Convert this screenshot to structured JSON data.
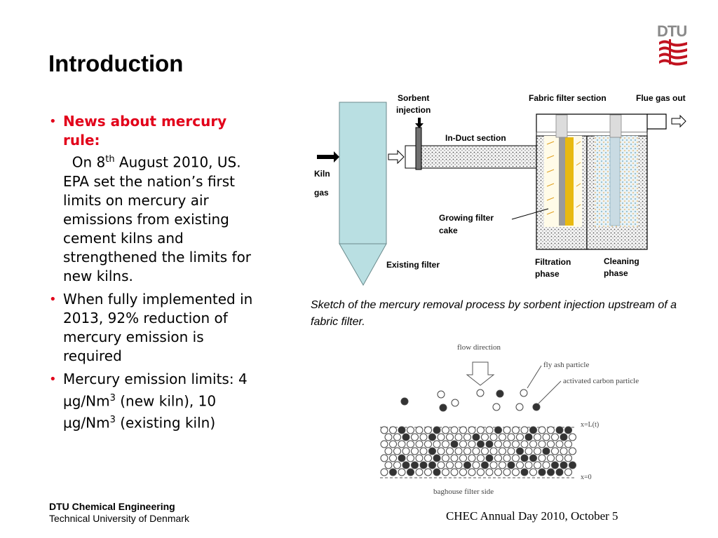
{
  "title": "Introduction",
  "logo_text": "DTU",
  "bullets": {
    "b1_heading": "News about mercury rule:",
    "b1_on": "On 8",
    "b1_sup": "th",
    "b1_text": " August 2010, US. EPA set the nation’s first limits on mercury air emissions from existing cement kilns and strengthened the limits for new kilns.",
    "b2_text": "When fully implemented in 2013, 92% reduction of mercury emission is required",
    "b3_text_a": "Mercury emission limits: 4 µg/Nm",
    "b3_sup1": "3",
    "b3_text_b": " (new kiln), 10 µg/Nm",
    "b3_sup2": "3",
    "b3_text_c": " (existing kiln)"
  },
  "diagram": {
    "sorbent_injection_1": "Sorbent",
    "sorbent_injection_2": "injection",
    "fabric_filter_section": "Fabric filter section",
    "flue_gas_out": "Flue gas out",
    "in_duct_section": "In-Duct section",
    "kiln": "Kiln",
    "gas": "gas",
    "growing_filter_cake_1": "Growing filter",
    "growing_filter_cake_2": "cake",
    "existing_filter": "Existing filter",
    "filtration_phase_1": "Filtration",
    "filtration_phase_2": "phase",
    "cleaning_phase_1": "Cleaning",
    "cleaning_phase_2": "phase"
  },
  "caption": "Sketch of the mercury removal process by sorbent injection upstream of a fabric filter.",
  "sketch2": {
    "flow_direction": "flow direction",
    "fly_ash_particle": "fly ash particle",
    "activated_carbon_particle": "activated carbon particle",
    "x_eq_L": "x=L(t)",
    "x_eq_0": "x=0",
    "baghouse": "baghouse filter side"
  },
  "footer": {
    "org_bold": "DTU Chemical Engineering",
    "org_sub": "Technical University of Denmark",
    "event": "CHEC Annual Day 2010, October 5"
  },
  "colors": {
    "accent_red": "#e2001a",
    "kiln_fill": "#b9dfe2",
    "cake_yellow": "#e8b90f"
  }
}
